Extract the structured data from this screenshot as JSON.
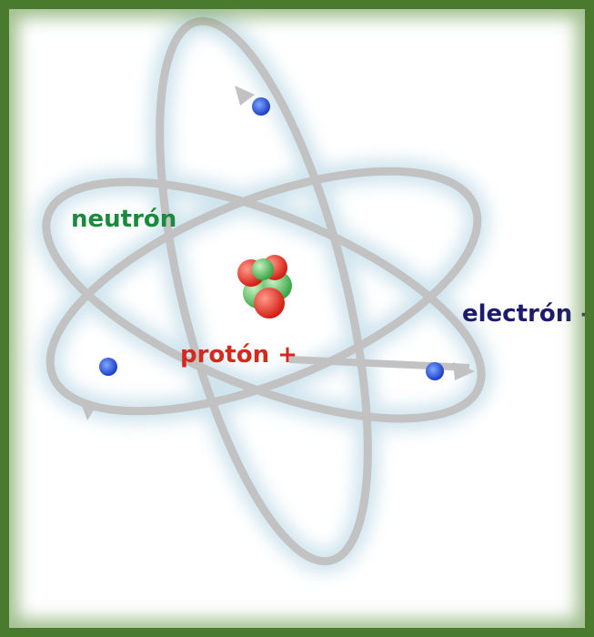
{
  "labels": {
    "neutron": "neutrón",
    "proton": "protón +",
    "electron": "electrón --"
  },
  "colors": {
    "neutron": "#1a8a3c",
    "proton": "#d42a1e",
    "electron": "#1e1a6e",
    "orbit": "#c2c2c2",
    "frame": "#4a7a2e",
    "electron_dot": "#1a3ec8"
  }
}
